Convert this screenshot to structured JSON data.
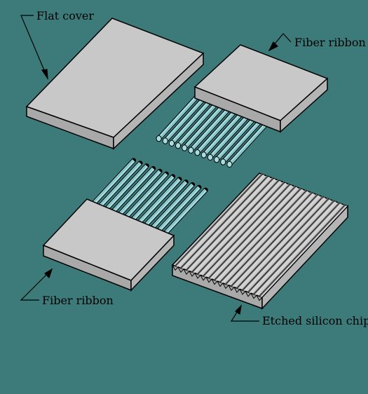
{
  "labels": {
    "flat_cover": "Flat cover",
    "fiber_ribbon_top": "Fiber ribbon",
    "fiber_ribbon_bottom": "Fiber ribbon",
    "etched_chip": "Etched silicon chip"
  },
  "colors": {
    "background": "#3d7b7b",
    "block_top": "#c8c8c8",
    "block_side": "#a9a9a9",
    "fiber": "#a6dde0",
    "fiber_dark": "#6fb8bd",
    "groove_light": "#d9d9d9",
    "groove_dark": "#8c8c8c",
    "outline": "#000000"
  }
}
